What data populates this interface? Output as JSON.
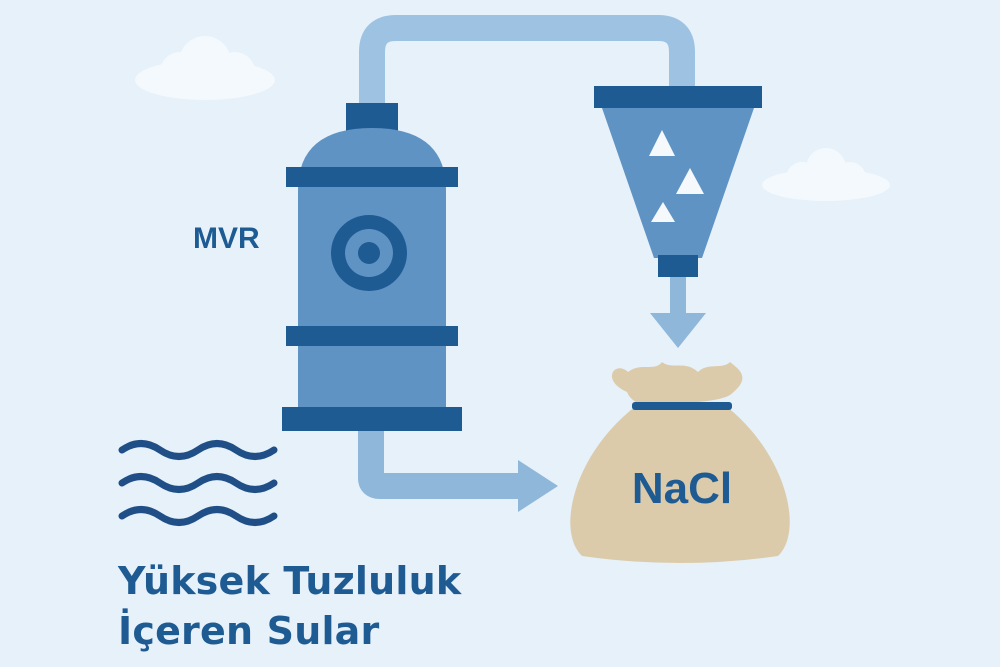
{
  "labels": {
    "evaporator": "MVR",
    "product": "NaCl",
    "caption_line1": "Yüksek Tuzluluk",
    "caption_line2": "İçeren Sular"
  },
  "icons": [
    "cloud-icon",
    "cloud-icon",
    "mvr-evaporator-icon",
    "crystallizer-funnel-icon",
    "salt-crystal-icon",
    "salt-bag-icon",
    "water-waves-icon",
    "flow-arrow-icon"
  ],
  "colors": {
    "background": "#e6f1fa",
    "pipe": "#9dc2e2",
    "vessel_body": "#5f93c4",
    "vessel_band": "#1f5b93",
    "funnel": "#5f93c4",
    "bag": "#dccbaa",
    "text": "#1f5b93"
  }
}
